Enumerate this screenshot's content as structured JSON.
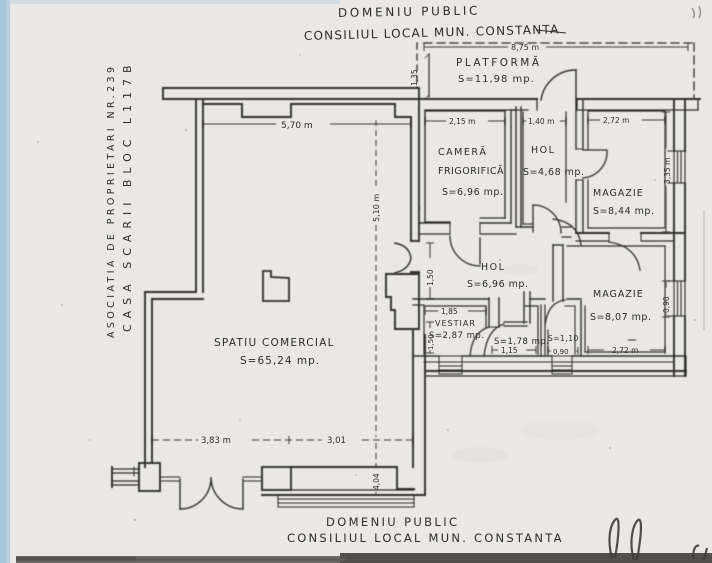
{
  "header": {
    "line1": "DOMENIU  PUBLIC",
    "line2": "CONSILIUL  LOCAL  MUN.  CONSTANTA"
  },
  "footer": {
    "line1": "DOMENIU   PUBLIC",
    "line2": "CONSILIUL  LOCAL   MUN.  CONSTANTA"
  },
  "side_note": {
    "line1": "CASA SCARII BLOC L117B",
    "line2": "ASOCIATIA DE PROPRIETARI NR.239"
  },
  "rooms": {
    "platforma": {
      "name": "PLATFORMĂ",
      "area": "S=11,98 mp."
    },
    "spatiu_comercial": {
      "name": "SPATIU  COMERCIAL",
      "area": "S=65,24 mp."
    },
    "camera_frigorifica": {
      "name_line1": "CAMERĂ",
      "name_line2": "FRIGORIFICĂ",
      "area": "S=6,96 mp."
    },
    "hol_mic": {
      "name": "HOL",
      "area": "S=4,68 mp."
    },
    "magazie_1": {
      "name": "MAGAZIE",
      "area": "S=8,44 mp."
    },
    "hol_mare": {
      "name": "HOL",
      "area": "S=6,96 mp."
    },
    "vestiar": {
      "name": "VESTIAR",
      "area": "S=2,87 mp."
    },
    "wc_1": {
      "area": "S=1,78 mp."
    },
    "wc_2": {
      "area": "S=1,10"
    },
    "magazie_2": {
      "name": "MAGAZIE",
      "area": "S=8,07 mp."
    }
  },
  "dimensions": {
    "platform_width": "8,75 m",
    "platform_depth": "1,35",
    "room_top_width": "5,70 m",
    "room_height": "5,10 m",
    "room_height_lower": "4,04",
    "camera_frig_width": "2,15 m",
    "hol_mic_width": "1,40 m",
    "magazie1_width": "2,72 m",
    "magazie1_height": "3,35 m",
    "hol_left_opening": "1,50",
    "vestiar_width": "1,85",
    "vestiar_height": "1,50",
    "wc1_width": "1,15",
    "wc2_width": "0,90",
    "magazie2_width": "2,72 m",
    "magazie2_window": "0,90",
    "bottom_left": "3,83 m",
    "bottom_right": "3,01"
  }
}
